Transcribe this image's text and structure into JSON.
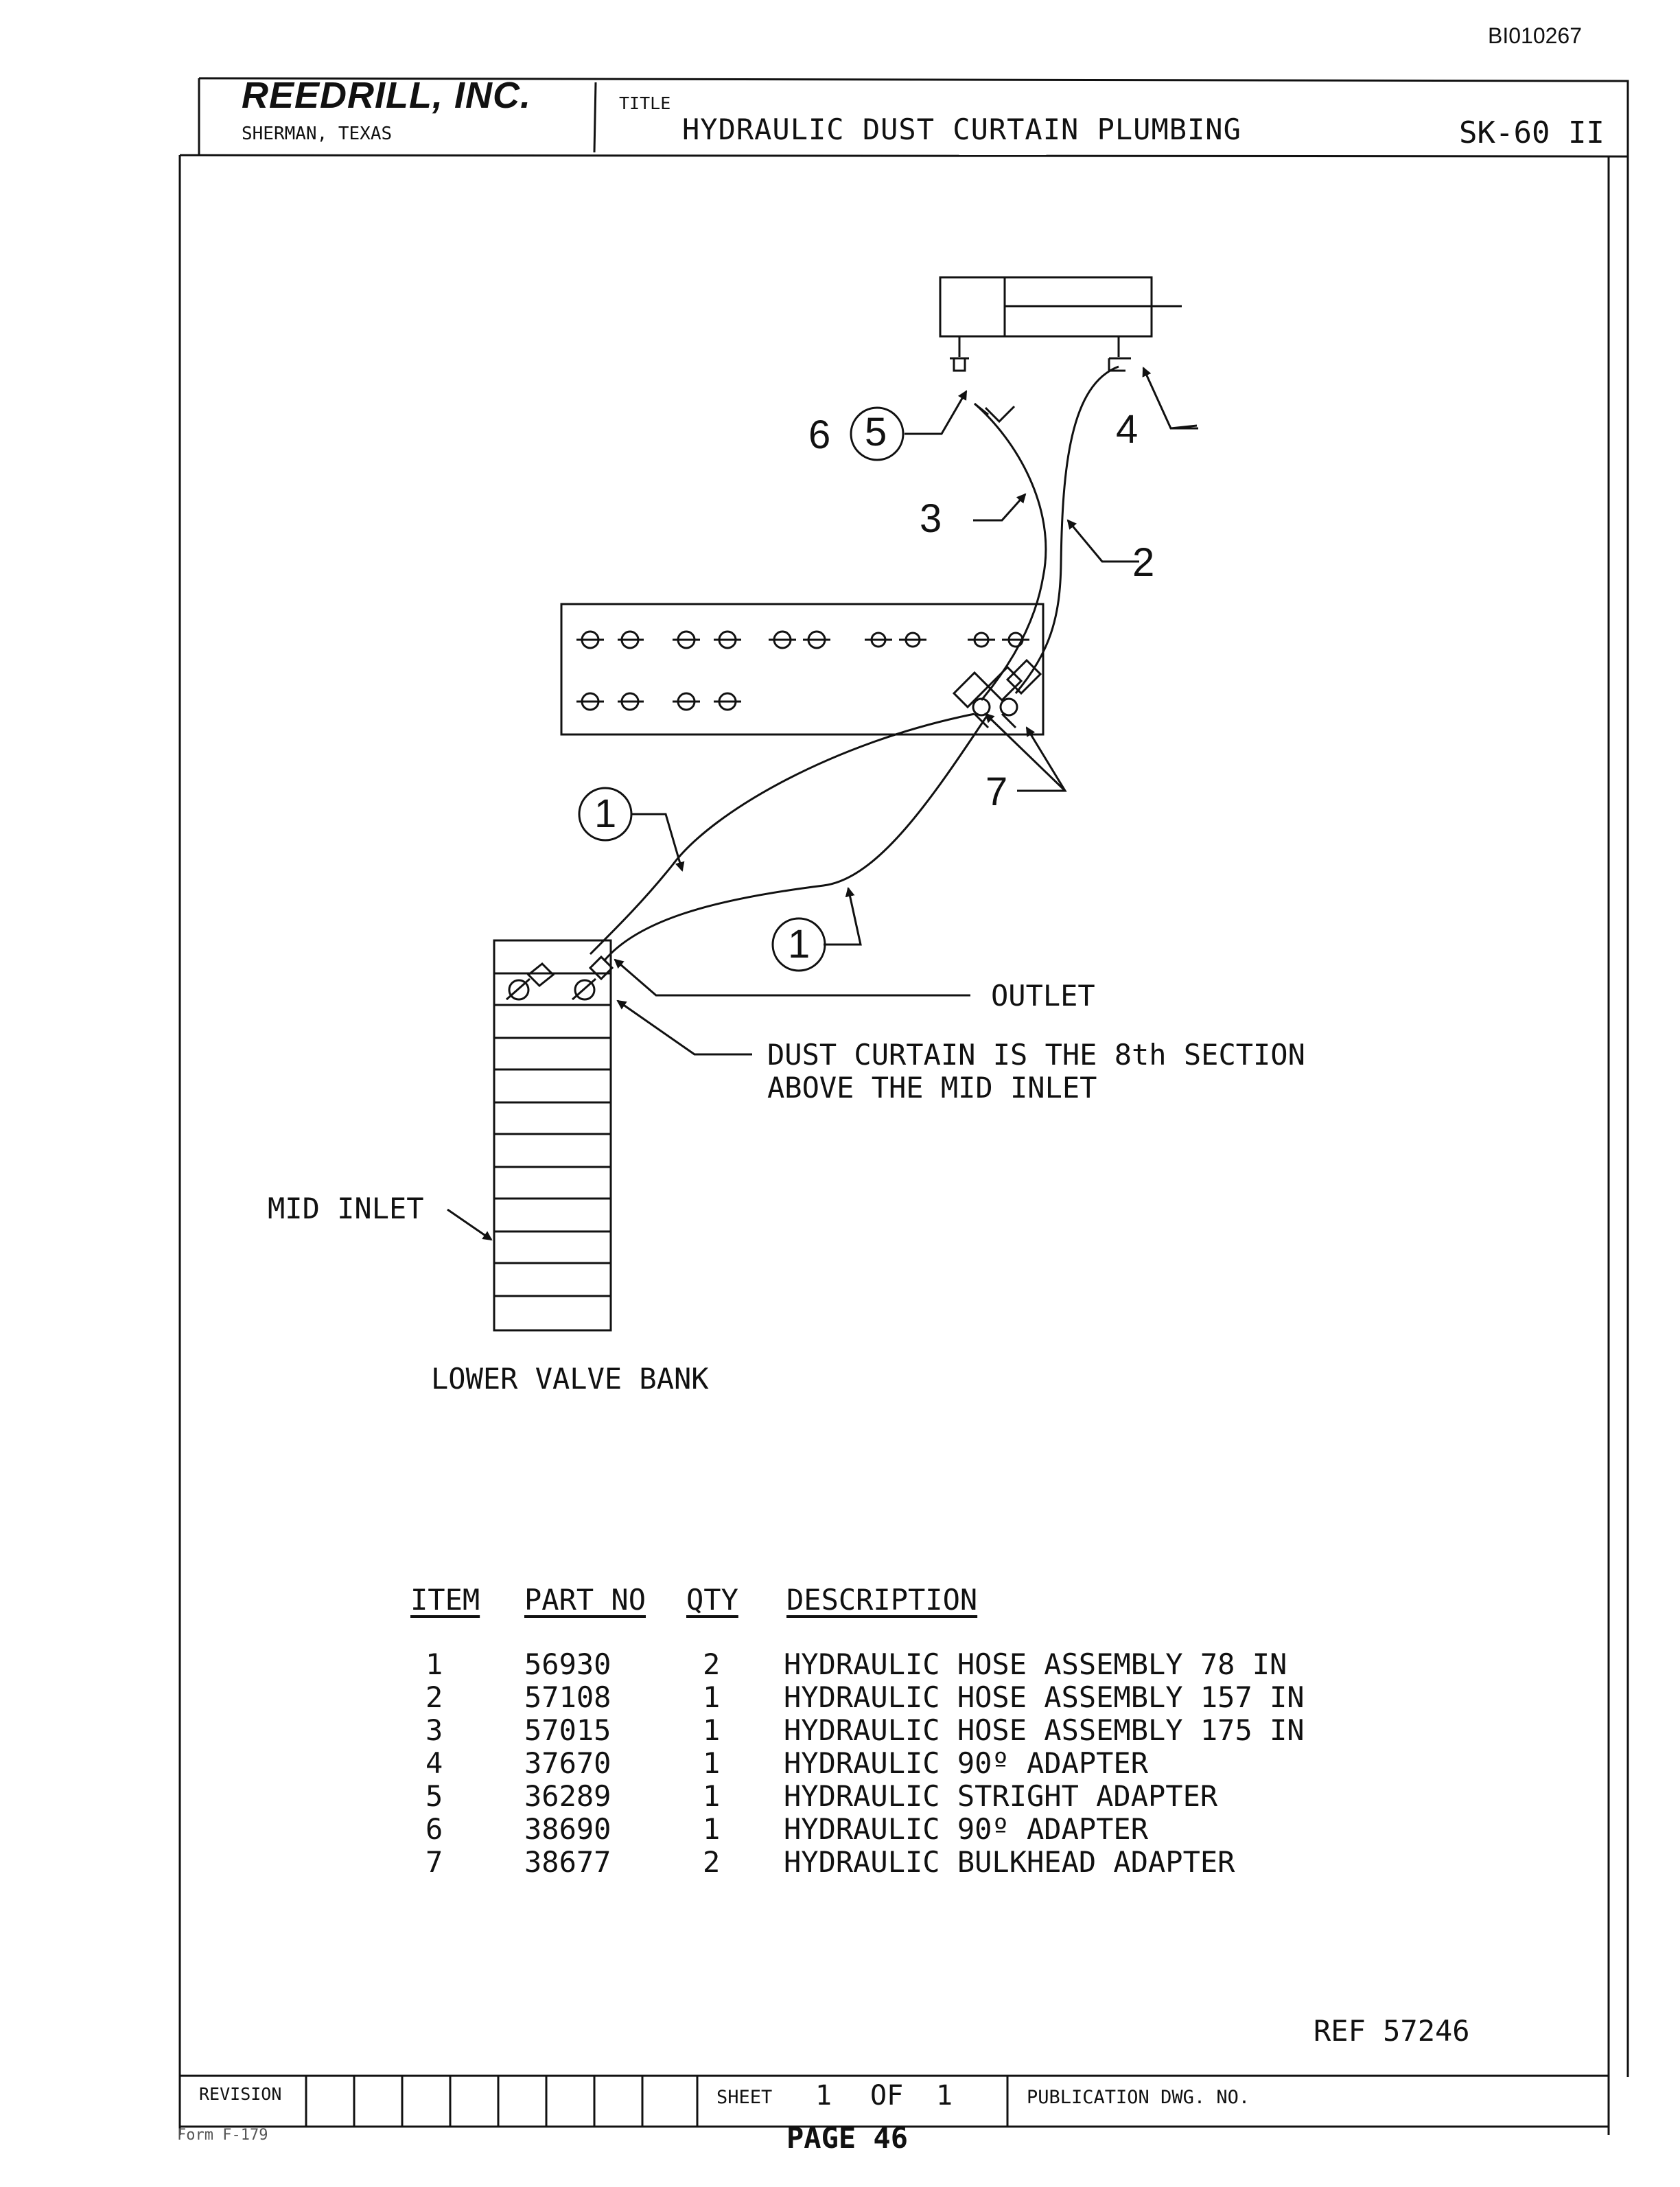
{
  "document": {
    "doc_id": "BI010267",
    "company": "REEDRILL, INC.",
    "location": "SHERMAN, TEXAS",
    "title_label": "TITLE",
    "title": "HYDRAULIC DUST CURTAIN PLUMBING",
    "drawing_number": "SK-60 II",
    "reference": "REF 57246",
    "form_number": "Form F-179",
    "page_label": "PAGE 46"
  },
  "diagram": {
    "labels": {
      "outlet": "OUTLET",
      "dust_curtain_line1": "DUST CURTAIN IS THE 8th SECTION",
      "dust_curtain_line2": "ABOVE THE MID INLET",
      "mid_inlet": "MID INLET",
      "lower_valve_bank": "LOWER VALVE BANK"
    },
    "callouts": {
      "c6": "6",
      "c5": "5",
      "c4": "4",
      "c3": "3",
      "c2": "2",
      "c7": "7",
      "c1a": "1",
      "c1b": "1"
    }
  },
  "parts_table": {
    "headers": {
      "item": "ITEM",
      "part_no": "PART NO",
      "qty": "QTY",
      "description": "DESCRIPTION"
    },
    "rows": [
      {
        "item": "1",
        "part_no": "56930",
        "qty": "2",
        "description": "HYDRAULIC HOSE ASSEMBLY 78 IN"
      },
      {
        "item": "2",
        "part_no": "57108",
        "qty": "1",
        "description": "HYDRAULIC HOSE ASSEMBLY 157 IN"
      },
      {
        "item": "3",
        "part_no": "57015",
        "qty": "1",
        "description": "HYDRAULIC HOSE ASSEMBLY 175 IN"
      },
      {
        "item": "4",
        "part_no": "37670",
        "qty": "1",
        "description": "HYDRAULIC 90º ADAPTER"
      },
      {
        "item": "5",
        "part_no": "36289",
        "qty": "1",
        "description": "HYDRAULIC STRIGHT ADAPTER"
      },
      {
        "item": "6",
        "part_no": "38690",
        "qty": "1",
        "description": "HYDRAULIC 90º ADAPTER"
      },
      {
        "item": "7",
        "part_no": "38677",
        "qty": "2",
        "description": "HYDRAULIC BULKHEAD ADAPTER"
      }
    ]
  },
  "title_block": {
    "revision_label": "REVISION",
    "sheet_label": "SHEET",
    "sheet_number": "1",
    "sheet_of": "OF",
    "sheet_total": "1",
    "publication_label": "PUBLICATION DWG. NO."
  }
}
